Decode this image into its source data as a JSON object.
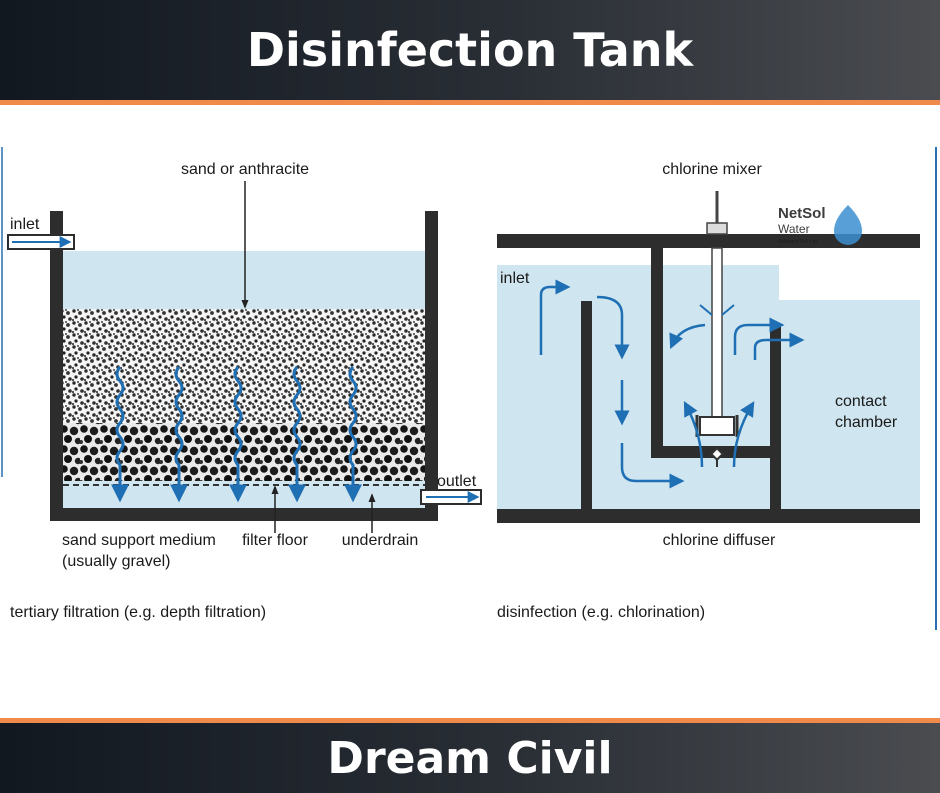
{
  "header": {
    "title": "Disinfection Tank"
  },
  "footer": {
    "title": "Dream Civil"
  },
  "left_panel": {
    "labels": {
      "inlet": "inlet",
      "outlet": "outlet",
      "sand": "sand or anthracite",
      "support_line1": "sand support medium",
      "support_line2": "(usually gravel)",
      "filter_floor": "filter floor",
      "underdrain": "underdrain"
    },
    "caption": "tertiary filtration (e.g. depth filtration)"
  },
  "right_panel": {
    "labels": {
      "mixer": "chlorine mixer",
      "inlet": "inlet",
      "contact_line1": "contact",
      "contact_line2": "chamber",
      "diffuser": "chlorine diffuser"
    },
    "caption": "disinfection (e.g. chlorination)"
  },
  "logo": {
    "line1": "NetSol",
    "line2": "Water",
    "line3": "Solutions Pvt. Ltd."
  },
  "colors": {
    "water": "#cfe5ef",
    "wall": "#2d2d2d",
    "arrow": "#1f6fb4",
    "accent": "#f08a4b"
  }
}
